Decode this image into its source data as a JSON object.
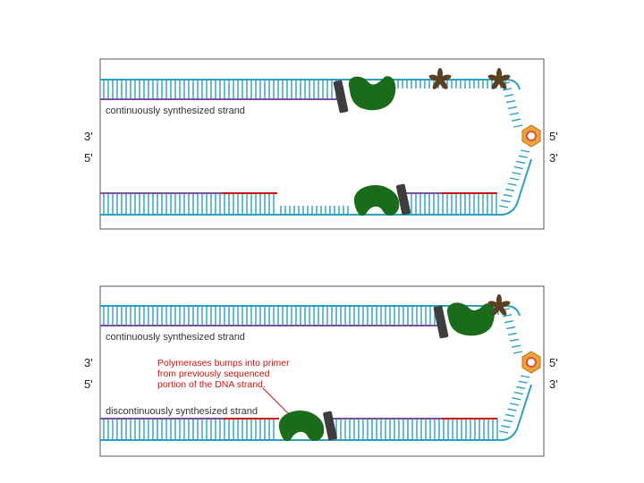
{
  "colors": {
    "backbone": "#2aa0c0",
    "new_strand": "#7a4fa0",
    "primer": "#cc1111",
    "polymerase": "#1a6b1a",
    "clamp": "#3d3d3d",
    "helicase": "#5a4022",
    "topo_outer": "#e8a33c",
    "topo_inner": "#e05030",
    "frame": "#555555"
  },
  "panels": [
    {
      "leading_label": "continuously synthesized strand",
      "lagging_label": "",
      "left_top_end": "3'",
      "left_bottom_end": "5'",
      "right_top_end": "5'",
      "right_bottom_end": "3'",
      "note_lines": []
    },
    {
      "leading_label": "continuously synthesized strand",
      "lagging_label": "discontinuously synthesized strand",
      "left_top_end": "3'",
      "left_bottom_end": "5'",
      "right_top_end": "5'",
      "right_bottom_end": "3'",
      "note_lines": [
        "Polymerases bumps into primer",
        "from previously sequenced",
        "portion of the DNA strand."
      ]
    }
  ]
}
